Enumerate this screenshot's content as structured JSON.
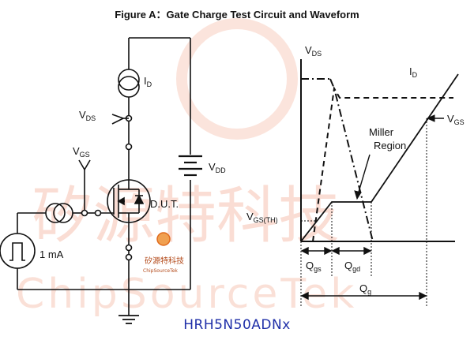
{
  "title": "Figure A：Gate Charge Test Circuit and Waveform",
  "part_number": "HRH5N50ADNx",
  "watermark": {
    "chinese": "矽源特科技",
    "english": "ChipSourceTek"
  },
  "logo": {
    "chinese": "矽源特科技",
    "english": "ChipSourceTek"
  },
  "circuit": {
    "id_label": "I",
    "id_sub": "D",
    "vds_label": "V",
    "vds_sub": "DS",
    "vgs_label": "V",
    "vgs_sub": "GS",
    "vdd_label": "V",
    "vdd_sub": "DD",
    "dut_label": "D.U.T.",
    "current_label": "1 mA"
  },
  "waveform": {
    "vds_label": "V",
    "vds_sub": "DS",
    "id_label": "I",
    "id_sub": "D",
    "vgs_label": "V",
    "vgs_sub": "GS",
    "miller_line1": "Miller",
    "miller_line2": "Region",
    "vgsth_label": "V",
    "vgsth_sub": "GS(TH)",
    "qgs_label": "Q",
    "qgs_sub": "gs",
    "qgd_label": "Q",
    "qgd_sub": "gd",
    "qg_label": "Q",
    "qg_sub": "g"
  },
  "colors": {
    "part_number": "#1f2fa8",
    "watermark": "#f6c3b1",
    "logo": "#e06a1c"
  }
}
